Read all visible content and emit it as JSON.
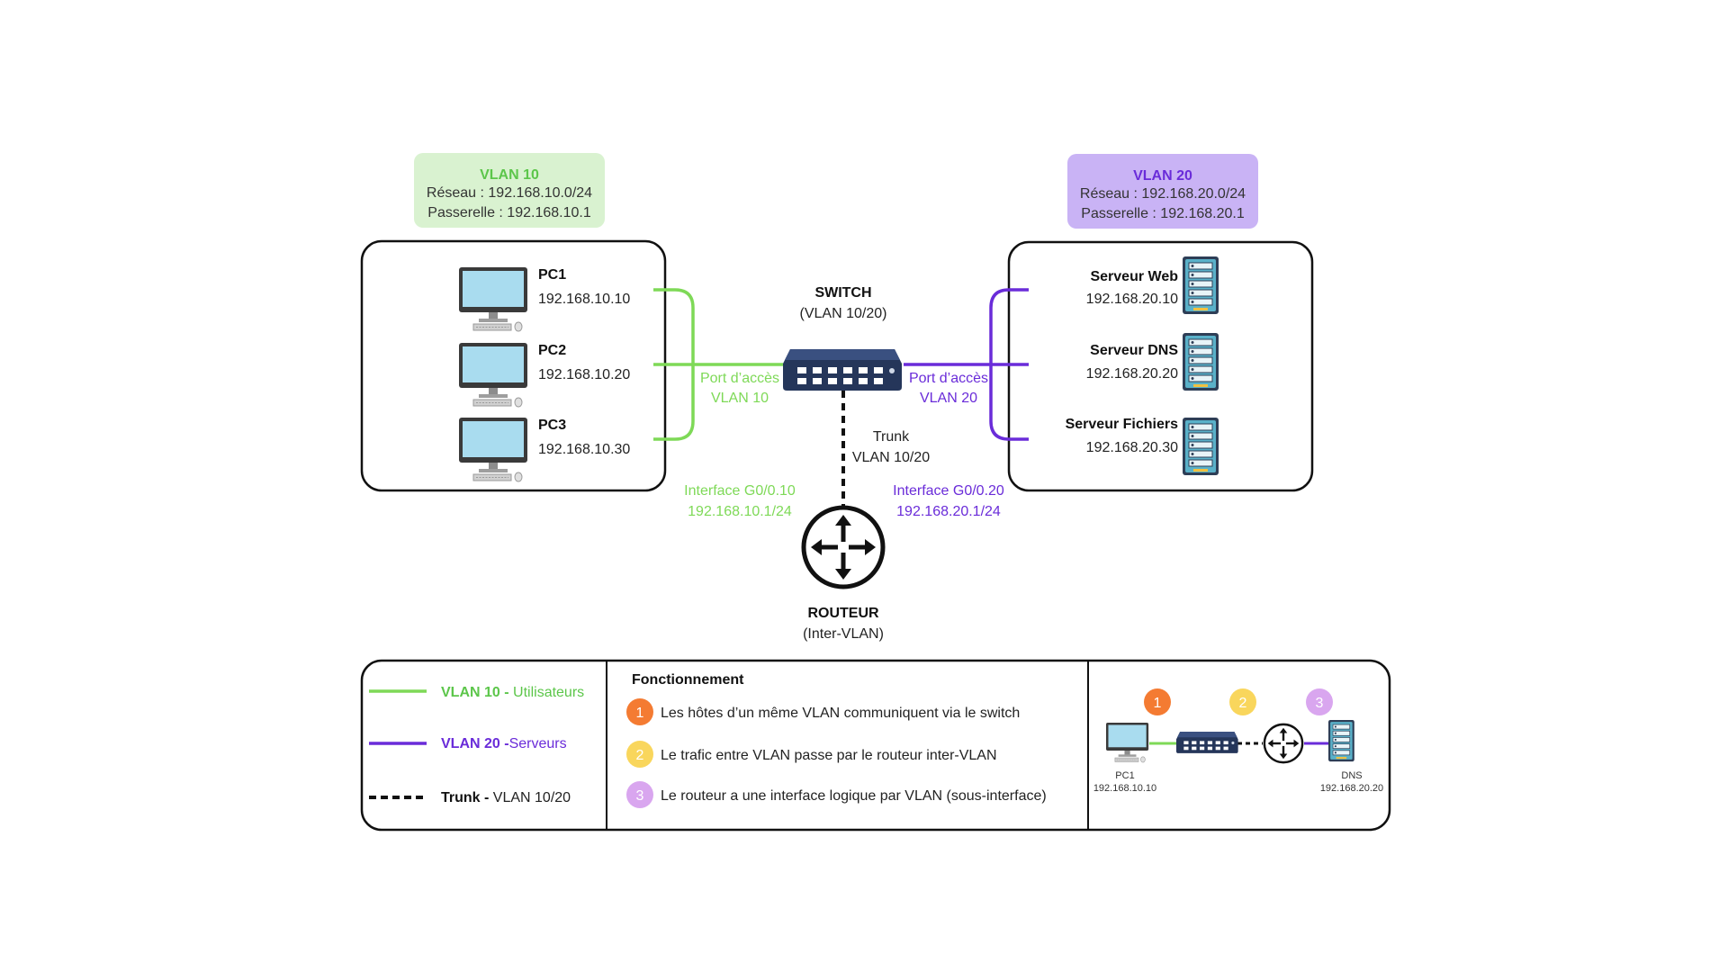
{
  "vlan10": {
    "title": "VLAN 10",
    "network": "Réseau : 192.168.10.0/24",
    "gateway": "Passerelle : 192.168.10.1"
  },
  "vlan20": {
    "title": "VLAN 20",
    "network": "Réseau : 192.168.20.0/24",
    "gateway": "Passerelle : 192.168.20.1"
  },
  "pcs": [
    {
      "name": "PC1",
      "ip": "192.168.10.10"
    },
    {
      "name": "PC2",
      "ip": "192.168.10.20"
    },
    {
      "name": "PC3",
      "ip": "192.168.10.30"
    }
  ],
  "servers": [
    {
      "name": "Serveur Web",
      "ip": "192.168.20.10"
    },
    {
      "name": "Serveur DNS",
      "ip": "192.168.20.20"
    },
    {
      "name": "Serveur Fichiers",
      "ip": "192.168.20.30"
    }
  ],
  "switch": {
    "name": "SWITCH",
    "sub": "(VLAN 10/20)"
  },
  "router": {
    "name": "ROUTEUR",
    "sub": "(Inter-VLAN)"
  },
  "links": {
    "access10_l1": "Port d’accès",
    "access10_l2": "VLAN 10",
    "access20_l1": "Port d’accès",
    "access20_l2": "VLAN 20",
    "trunk_l1": "Trunk",
    "trunk_l2": "VLAN 10/20",
    "if10_l1": "Interface G0/0.10",
    "if10_l2": "192.168.10.1/24",
    "if20_l1": "Interface G0/0.20",
    "if20_l2": "192.168.20.1/24"
  },
  "legend": {
    "vlan10_bold": "VLAN 10 -",
    "vlan10_text": " Utilisateurs",
    "vlan20_bold": "VLAN 20 -",
    "vlan20_text": "Serveurs",
    "trunk_bold": "Trunk -",
    "trunk_text": " VLAN 10/20"
  },
  "fonctionnement": {
    "title": "Fonctionnement",
    "steps": [
      {
        "num": "1",
        "text": "Les hôtes d’un même VLAN communiquent via le switch"
      },
      {
        "num": "2",
        "text": "Le trafic entre VLAN passe par le routeur inter-VLAN"
      },
      {
        "num": "3",
        "text": "Le routeur a une interface logique par VLAN (sous-interface)"
      }
    ]
  },
  "mini": {
    "pc_name": "PC1",
    "pc_ip": "192.168.10.10",
    "srv_name": "DNS",
    "srv_ip": "192.168.20.20"
  },
  "colors": {
    "vlan10": "#7ed957",
    "vlan10_text": "#5cc64a",
    "vlan10_bg": "#d9f2d0",
    "vlan20": "#6a2cd9",
    "vlan20_bg": "#c9b3f5",
    "step1": "#f47b32",
    "step2": "#f9d65c",
    "step3": "#d9a6ef",
    "switch": "#25365a",
    "server": "#5ab1c9"
  }
}
